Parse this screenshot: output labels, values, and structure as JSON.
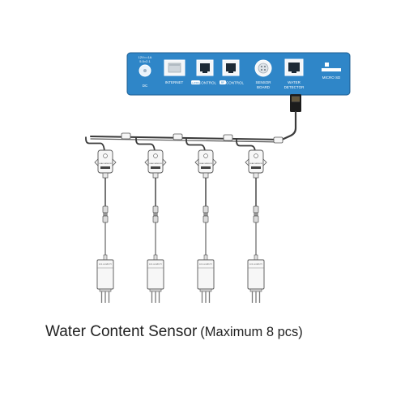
{
  "panel": {
    "color": "#2f86c8",
    "ports": {
      "dc": {
        "rating_top": "12V==1A",
        "rating_bottom": "5.5×2.1",
        "label": "DC"
      },
      "internet": {
        "label": "INTERNET"
      },
      "control_1": {
        "badge": "1-WIRE",
        "label": "CONTROL"
      },
      "control_2": {
        "badge": "RF",
        "label": "CONTROL"
      },
      "sensor_board": {
        "label_1": "SENSOR",
        "label_2": "BOARD"
      },
      "water_detector": {
        "label_1": "WATER",
        "label_2": "DETECTOR"
      },
      "micro_sd": {
        "label": "MICRO SD"
      }
    }
  },
  "sensors": [
    {
      "tag_top": "LEAK-SENSOR",
      "probe_label": "SOIL-HUMIDITY"
    },
    {
      "tag_top": "LEAK-SENSOR",
      "probe_label": "SOIL-HUMIDITY"
    },
    {
      "tag_top": "LEAK-SENSOR",
      "probe_label": "SOIL-HUMIDITY"
    },
    {
      "tag_top": "LEAK-SENSOR",
      "probe_label": "SOIL-HUMIDITY"
    }
  ],
  "caption": {
    "title": "Water Content Sensor",
    "note": "(Maximum 8 pcs)"
  }
}
